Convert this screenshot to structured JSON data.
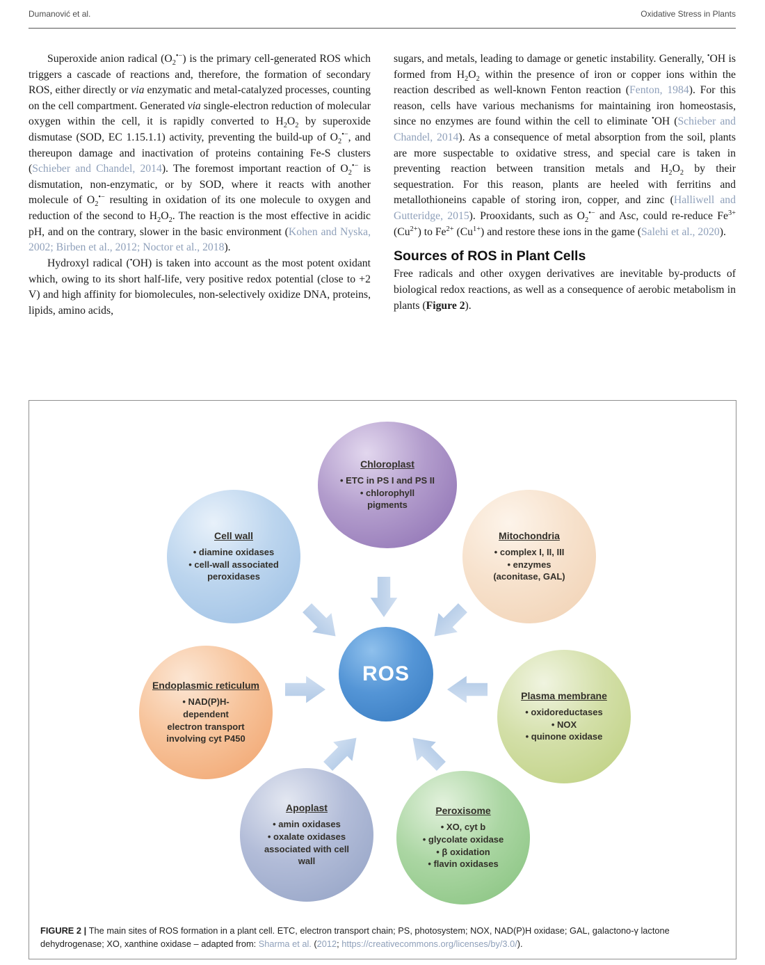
{
  "header": {
    "left": "Dumanović et al.",
    "right": "Oxidative Stress in Plants"
  },
  "left_column": {
    "para1": [
      {
        "t": "Superoxide anion radical (O"
      },
      {
        "t": "2",
        "s": "sub"
      },
      {
        "t": "•−",
        "s": "sup"
      },
      {
        "t": ") is the primary cell-generated ROS which triggers a cascade of reactions and, therefore, the formation of secondary ROS, either directly or "
      },
      {
        "t": "via",
        "s": "i"
      },
      {
        "t": " enzymatic and metal-catalyzed processes, counting on the cell compartment. Generated "
      },
      {
        "t": "via",
        "s": "i"
      },
      {
        "t": " single-electron reduction of molecular oxygen within the cell, it is rapidly converted to H"
      },
      {
        "t": "2",
        "s": "sub"
      },
      {
        "t": "O"
      },
      {
        "t": "2",
        "s": "sub"
      },
      {
        "t": " by superoxide dismutase (SOD, EC 1.15.1.1) activity, preventing the build-up of O"
      },
      {
        "t": "2",
        "s": "sub"
      },
      {
        "t": "•−",
        "s": "sup"
      },
      {
        "t": ", and thereupon damage and inactivation of proteins containing Fe-S clusters ("
      },
      {
        "t": "Schieber and Chandel, 2014",
        "s": "cite"
      },
      {
        "t": "). The foremost important reaction of O"
      },
      {
        "t": "2",
        "s": "sub"
      },
      {
        "t": "•−",
        "s": "sup"
      },
      {
        "t": " is dismutation, non-enzymatic, or by SOD, where it reacts with another molecule of O"
      },
      {
        "t": "2",
        "s": "sub"
      },
      {
        "t": "•−",
        "s": "sup"
      },
      {
        "t": " resulting in oxidation of its one molecule to oxygen and reduction of the second to H"
      },
      {
        "t": "2",
        "s": "sub"
      },
      {
        "t": "O"
      },
      {
        "t": "2",
        "s": "sub"
      },
      {
        "t": ". The reaction is the most effective in acidic pH, and on the contrary, slower in the basic environment ("
      },
      {
        "t": "Kohen and Nyska, 2002; Birben et al., 2012; Noctor et al., 2018",
        "s": "cite"
      },
      {
        "t": ")."
      }
    ],
    "para2": [
      {
        "t": "Hydroxyl radical ("
      },
      {
        "t": "•",
        "s": "sup"
      },
      {
        "t": "OH) is taken into account as the most potent oxidant which, owing to its short half-life, very positive redox potential (close to +2 V) and high affinity for biomolecules, non-selectively oxidize DNA, proteins, lipids, amino acids,"
      }
    ]
  },
  "right_column": {
    "para1": [
      {
        "t": "sugars, and metals, leading to damage or genetic instability. Generally, "
      },
      {
        "t": "•",
        "s": "sup"
      },
      {
        "t": "OH is formed from H"
      },
      {
        "t": "2",
        "s": "sub"
      },
      {
        "t": "O"
      },
      {
        "t": "2",
        "s": "sub"
      },
      {
        "t": " within the presence of iron or copper ions within the reaction described as well-known Fenton reaction ("
      },
      {
        "t": "Fenton, 1984",
        "s": "cite"
      },
      {
        "t": "). For this reason, cells have various mechanisms for maintaining iron homeostasis, since no enzymes are found within the cell to eliminate "
      },
      {
        "t": "•",
        "s": "sup"
      },
      {
        "t": "OH ("
      },
      {
        "t": "Schieber and Chandel, 2014",
        "s": "cite"
      },
      {
        "t": "). As a consequence of metal absorption from the soil, plants are more suspectable to oxidative stress, and special care is taken in preventing reaction between transition metals and H"
      },
      {
        "t": "2",
        "s": "sub"
      },
      {
        "t": "O"
      },
      {
        "t": "2",
        "s": "sub"
      },
      {
        "t": " by their sequestration. For this reason, plants are heeled with ferritins and metallothioneins capable of storing iron, copper, and zinc ("
      },
      {
        "t": "Halliwell and Gutteridge, 2015",
        "s": "cite"
      },
      {
        "t": "). Prooxidants, such as O"
      },
      {
        "t": "2",
        "s": "sub"
      },
      {
        "t": "•−",
        "s": "sup"
      },
      {
        "t": " and Asc, could re-reduce Fe"
      },
      {
        "t": "3+",
        "s": "sup"
      },
      {
        "t": " (Cu"
      },
      {
        "t": "2+",
        "s": "sup"
      },
      {
        "t": ") to Fe"
      },
      {
        "t": "2+",
        "s": "sup"
      },
      {
        "t": " (Cu"
      },
      {
        "t": "1+",
        "s": "sup"
      },
      {
        "t": ") and restore these ions in the game ("
      },
      {
        "t": "Salehi et al., 2020",
        "s": "cite"
      },
      {
        "t": ")."
      }
    ],
    "heading": "Sources of ROS in Plant Cells",
    "para2": [
      {
        "t": "Free radicals and other oxygen derivatives are inevitable by-products of biological redox reactions, as well as a consequence of aerobic metabolism in plants ("
      },
      {
        "t": "Figure 2",
        "s": "b"
      },
      {
        "t": ")."
      }
    ]
  },
  "figure": {
    "center_label": "ROS",
    "nodes": [
      {
        "label": "Chloroplast",
        "lines": [
          "• ETC in PS I and PS II",
          "• chlorophyll",
          "pigments"
        ]
      },
      {
        "label": "Cell wall",
        "lines": [
          "• diamine oxidases",
          "• cell-wall associated",
          "peroxidases"
        ]
      },
      {
        "label": "Mitochondria",
        "lines": [
          "• complex I, II, III",
          "• enzymes",
          "(aconitase, GAL)"
        ]
      },
      {
        "label": "Endoplasmic reticulum",
        "lines": [
          "• NAD(P)H-",
          "dependent",
          "electron transport",
          "involving cyt P450"
        ]
      },
      {
        "label": "Plasma membrane",
        "lines": [
          "• oxidoreductases",
          "• NOX",
          "• quinone oxidase"
        ]
      },
      {
        "label": "Apoplast",
        "lines": [
          "• amin oxidases",
          "• oxalate oxidases",
          "associated with cell",
          "wall"
        ]
      },
      {
        "label": "Peroxisome",
        "lines": [
          "• XO, cyt b",
          "• glycolate oxidase",
          "• β oxidation",
          "• flavin oxidases"
        ]
      }
    ],
    "caption": [
      {
        "t": "FIGURE 2 | ",
        "s": "b"
      },
      {
        "t": "The main sites of ROS formation in a plant cell. ETC, electron transport chain; PS, photosystem; NOX, NAD(P)H oxidase; GAL, galactono-γ lactone dehydrogenase; XO, xanthine oxidase – adapted from: "
      },
      {
        "t": "Sharma et al. ",
        "s": "cite"
      },
      {
        "t": "("
      },
      {
        "t": "2012",
        "s": "cite"
      },
      {
        "t": "; "
      },
      {
        "t": "https://creativecommons.org/licenses/by/3.0/",
        "s": "link"
      },
      {
        "t": ")."
      }
    ],
    "colors": {
      "chloroplast": "#9579b8",
      "cell_wall": "#a3c4e6",
      "mitochondria": "#f2d5b9",
      "endoplasmic_reticulum": "#f2ab78",
      "plasma_membrane": "#c2d388",
      "apoplast": "#9aa8c9",
      "peroxisome": "#8fc787",
      "ros_center": "#3d80c5",
      "arrow": "#aec7e5"
    }
  }
}
